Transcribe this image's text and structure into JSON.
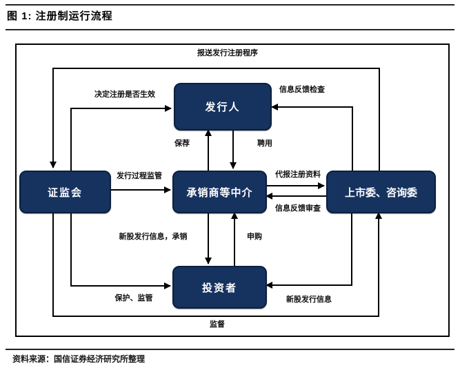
{
  "figure": {
    "title": "图 1: 注册制运行流程",
    "source": "资料来源：国信证券经济研究所整理"
  },
  "nodes": {
    "issuer": "发行人",
    "csrc": "证监会",
    "underwriter": "承销商等中介",
    "listing_committee": "上市委、咨询委",
    "investors": "投资者"
  },
  "edges": {
    "submit_registration": "报送发行注册程序",
    "decide_registration": "决定注册是否生效",
    "info_feedback_check": "信息反馈检查",
    "sponsor": "保荐",
    "hire": "聘用",
    "issuance_supervision": "发行过程监管",
    "submit_materials": "代报注册资料",
    "info_feedback_review": "信息反馈审查",
    "ipo_info_underwriting": "新股发行信息，承销",
    "subscribe": "申购",
    "protect_supervise": "保护、监管",
    "ipo_info": "新股发行信息",
    "supervise": "监督"
  },
  "colors": {
    "node_bg": "#16325f",
    "line": "#000000"
  }
}
